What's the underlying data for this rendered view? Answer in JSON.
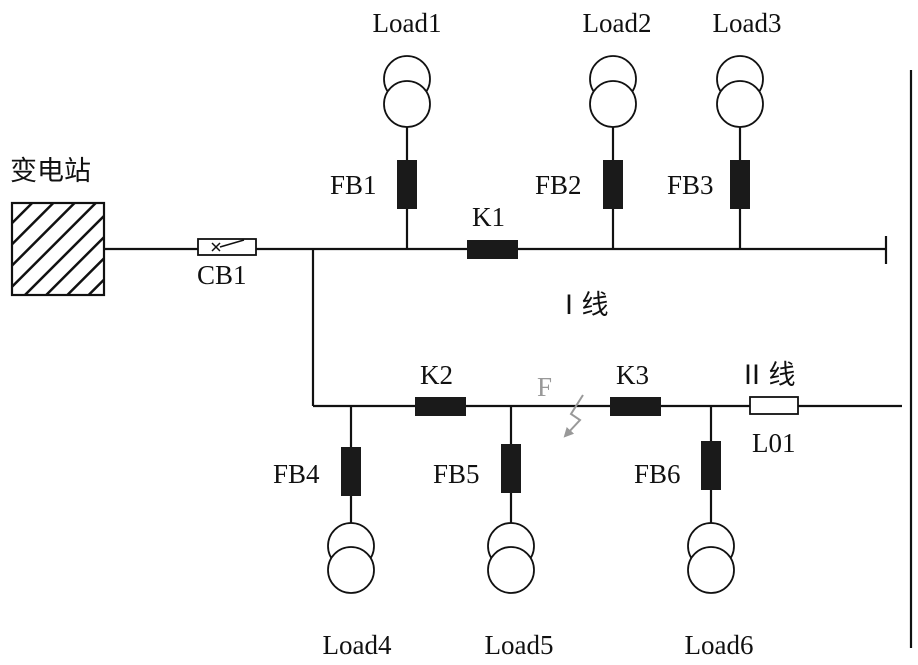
{
  "substation": {
    "label": "变电站"
  },
  "breaker": {
    "label": "CB1"
  },
  "line_1": {
    "label": "I 线"
  },
  "line_2": {
    "label": "II 线"
  },
  "fault": {
    "label": "F"
  },
  "fuse": {
    "label": "L01"
  },
  "switches": {
    "k1": "K1",
    "k2": "K2",
    "k3": "K3"
  },
  "feeder_breakers": {
    "fb1": "FB1",
    "fb2": "FB2",
    "fb3": "FB3",
    "fb4": "FB4",
    "fb5": "FB5",
    "fb6": "FB6"
  },
  "loads": {
    "load1": "Load1",
    "load2": "Load2",
    "load3": "Load3",
    "load4": "Load4",
    "load5": "Load5",
    "load6": "Load6"
  },
  "colors": {
    "line": "#111111",
    "device": "#1a1a1a",
    "fault": "#999999"
  }
}
